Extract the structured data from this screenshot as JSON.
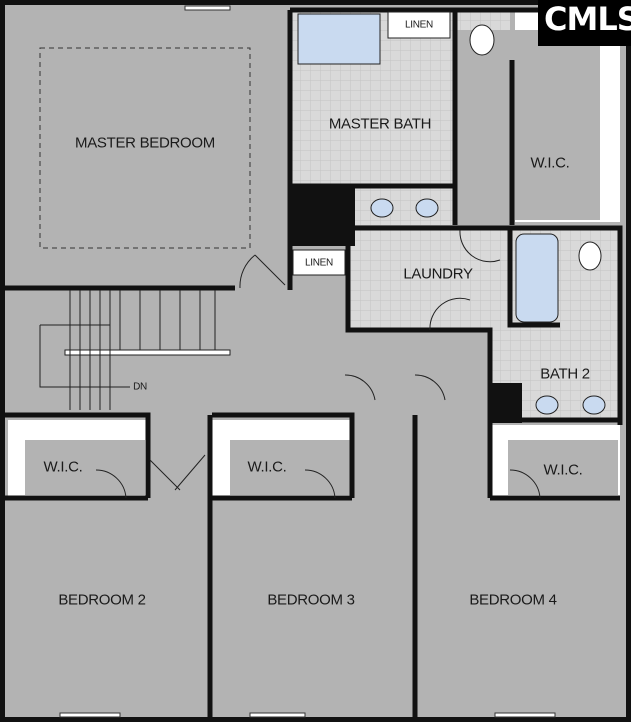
{
  "logo": {
    "text": "CMLS"
  },
  "rooms": {
    "master_bedroom": "MASTER BEDROOM",
    "master_bath": "MASTER BATH",
    "master_wic": "W.I.C.",
    "linen_bath": "LINEN",
    "linen_hall": "LINEN",
    "laundry": "LAUNDRY",
    "bath2": "BATH 2",
    "wic2": "W.I.C.",
    "wic3": "W.I.C.",
    "wic4": "W.I.C.",
    "bedroom2": "BEDROOM 2",
    "bedroom3": "BEDROOM 3",
    "bedroom4": "BEDROOM 4",
    "stairs": "DN"
  },
  "colors": {
    "floor": "#b3b3b3",
    "wet": "#d9d9d9",
    "wall": "#111111",
    "fixture": "#c9daf0"
  }
}
